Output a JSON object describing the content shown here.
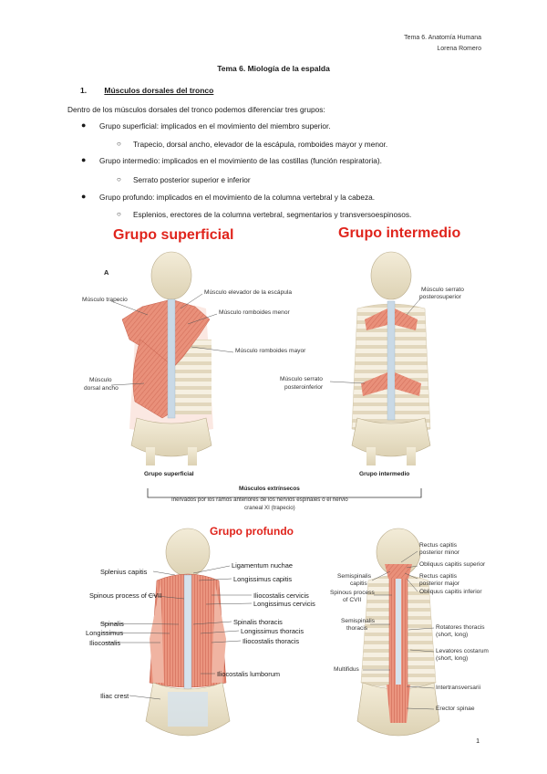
{
  "header": {
    "line1": "Tema 6. Anatomía Humana",
    "line2": "Lorena Romero"
  },
  "title": "Tema 6. Miología de la espalda",
  "section": {
    "number": "1.",
    "title": "Músculos dorsales del tronco"
  },
  "intro": "Dentro de los músculos dorsales del tronco podemos diferenciar tres grupos:",
  "bullets": [
    {
      "text": "Grupo superficial: implicados en el movimiento del miembro superior.",
      "sub": "Trapecio, dorsal ancho, elevador de la escápula, romboides mayor y menor."
    },
    {
      "text": "Grupo intermedio: implicados en el movimiento de las costillas (función respiratoria).",
      "sub": "Serrato posterior superior e inferior"
    },
    {
      "text": "Grupo profundo: implicados en el movimiento de la columna vertebral y la cabeza.",
      "sub": "Esplenios, erectores de la columna vertebral, segmentarios y transversoespinosos."
    }
  ],
  "figure_top": {
    "title_left": "Grupo superficial",
    "title_right": "Grupo intermedio",
    "panel_letter": "A",
    "labels_left": {
      "trapecio": "Músculo trapecio",
      "elevador": "Músculo elevador de la escápula",
      "romb_menor": "Músculo romboides menor",
      "romb_mayor": "Músculo romboides mayor",
      "dorsal_1": "Músculo",
      "dorsal_2": "dorsal ancho"
    },
    "labels_right": {
      "serr_sup_1": "Músculo serrato",
      "serr_sup_2": "posterosuperior",
      "serr_inf_1": "Músculo serrato",
      "serr_inf_2": "posteroinferior"
    },
    "caption_left": "Grupo superficial",
    "caption_right": "Grupo intermedio",
    "brace_title": "Músculos extrínsecos",
    "brace_line1": "Inervados por los ramos anteriores de los nervios espinales o el nervio",
    "brace_line2": "craneal XI (trapecio)"
  },
  "figure_bottom": {
    "title": "Grupo profundo",
    "labels_left": {
      "splenius_capitis": "Splenius capitis",
      "spinous": "Spinous process of CVII",
      "spinalis": "Spinalis",
      "longissimus": "Longissimus",
      "iliocostalis": "Iliocostalis",
      "iliac_crest": "Iliac crest",
      "lig_nuchae": "Ligamentum nuchae",
      "long_capitis": "Longissimus capitis",
      "ilio_cervicis": "Iliocostalis cervicis",
      "long_cervicis": "Longissimus cervicis",
      "spin_thoracis": "Spinalis thoracis",
      "long_thoracis": "Longissimus thoracis",
      "ilio_thoracis": "Iliocostalis thoracis",
      "ilio_lumborum": "Iliocostalis lumborum"
    },
    "labels_right": {
      "semispinalis_1": "Semispinalis",
      "semispinalis_2": "capitis",
      "spinous_1": "Spinous process",
      "spinous_2": "of CVII",
      "semi_thor_1": "Semispinalis",
      "semi_thor_2": "thoracis",
      "multifidus": "Multifidus",
      "rcp_minor_1": "Rectus capitis",
      "rcp_minor_2": "posterior minor",
      "obl_sup": "Obliquus capitis superior",
      "rcp_major_1": "Rectus capitis",
      "rcp_major_2": "posterior major",
      "obl_inf": "Obliquus capitis inferior",
      "rotatores_1": "Rotatores thoracis",
      "rotatores_2": "(short, long)",
      "levatores_1": "Levatores costarum",
      "levatores_2": "(short, long)",
      "intertransversarii": "Intertransversarii",
      "erector": "Erector spinae"
    }
  },
  "page_number": "1"
}
